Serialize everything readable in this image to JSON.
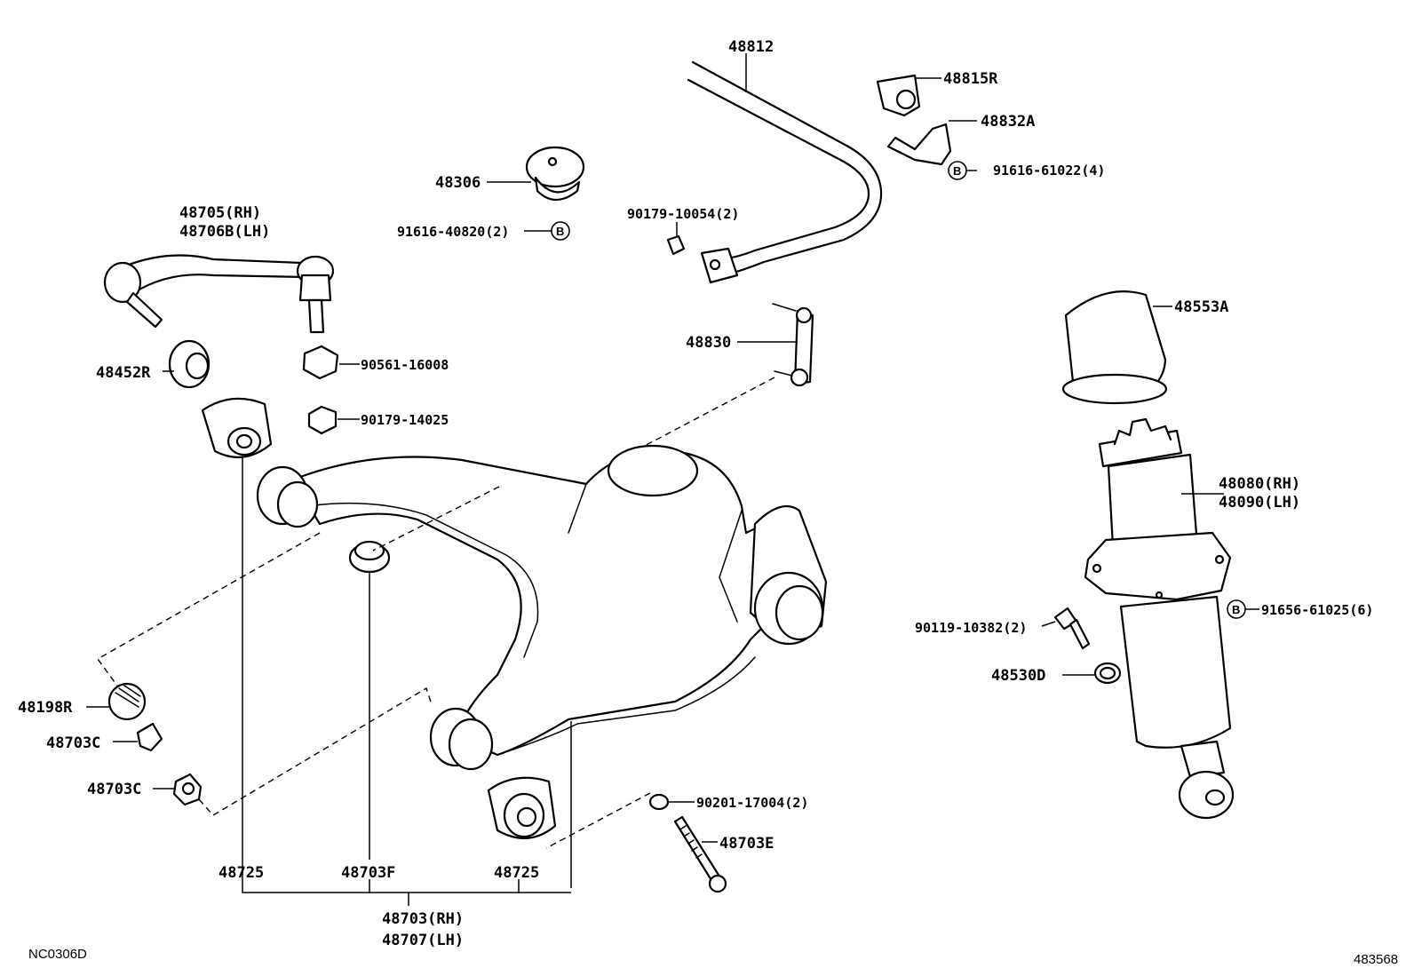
{
  "parts": {
    "p48812": "48812",
    "p48815R": "48815R",
    "p48832A": "48832A",
    "p91616_61022": "91616-61022(4)",
    "p48306": "48306",
    "p90179_10054": "90179-10054(2)",
    "p91616_40820": "91616-40820(2)",
    "p48705": "48705(RH)",
    "p48706B": "48706B(LH)",
    "p90561_16008": "90561-16008",
    "p48452R": "48452R",
    "p90179_14025": "90179-14025",
    "p48830": "48830",
    "p48553A": "48553A",
    "p48080": "48080(RH)",
    "p48090": "48090(LH)",
    "p91656_61025": "91656-61025(6)",
    "p90119_10382": "90119-10382(2)",
    "p48530D": "48530D",
    "p48198R": "48198R",
    "p48703C_a": "48703C",
    "p48703C_b": "48703C",
    "p90201_17004": "90201-17004(2)",
    "p48703E": "48703E",
    "p48725_a": "48725",
    "p48703F": "48703F",
    "p48725_b": "48725",
    "p48703": "48703(RH)",
    "p48707": "48707(LH)"
  },
  "markers": {
    "b1": "B",
    "b2": "B",
    "b3": "B"
  },
  "footer": {
    "left_code": "NC0306D",
    "right_code": "483568"
  }
}
